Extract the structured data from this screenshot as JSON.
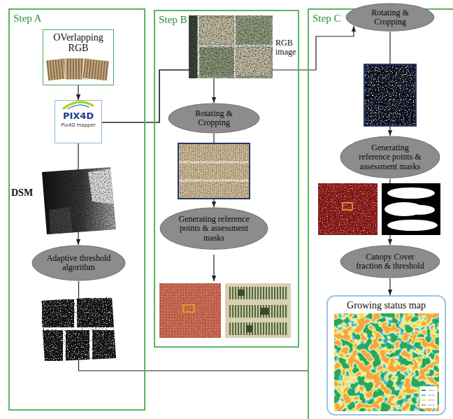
{
  "diagram": {
    "nodes": [
      {
        "text": [
          "Step A"
        ]
      },
      {
        "text": [
          "OVerlapping RGB"
        ],
        "in": 0
      },
      {
        "text": [
          "PIX4D",
          "Pix4D mapper"
        ],
        "in": 0
      },
      {
        "text": [
          "Adaptive threshold algorithm"
        ],
        "in": 0
      },
      {
        "text": [
          "Step B"
        ]
      },
      {
        "text": [
          "Rotating & Cropping"
        ],
        "in": 4
      },
      {
        "text": [
          "Generating reference points & assessment masks"
        ],
        "in": 4
      },
      {
        "text": [
          "Step C"
        ]
      },
      {
        "text": [
          "Rotating & Cropping"
        ],
        "in": 7
      },
      {
        "text": [
          "Generating reference points & assessment masks"
        ],
        "in": 7
      },
      {
        "text": [
          "Canopy Cover fraction & threshold"
        ],
        "in": 7
      },
      {
        "text": [
          "Growing status map"
        ],
        "in": 7
      }
    ],
    "edges": [
      {
        "from": 1,
        "to": 2,
        "arrow": "to"
      },
      {
        "from": 2,
        "to": 3,
        "arrow": "to"
      },
      {
        "from": 2,
        "to": 5,
        "arrow": "to"
      },
      {
        "from": 5,
        "to": 6,
        "arrow": "to"
      },
      {
        "from": 2,
        "to": 8,
        "arrow": "to"
      },
      {
        "from": 8,
        "to": 9,
        "arrow": "to"
      },
      {
        "from": 9,
        "to": 10,
        "arrow": "to"
      },
      {
        "from": 10,
        "to": 11,
        "arrow": "to"
      },
      {
        "from": 3,
        "to": 7,
        "arrow": "none"
      }
    ],
    "labels": [
      "DSM",
      "RGB image"
    ]
  }
}
